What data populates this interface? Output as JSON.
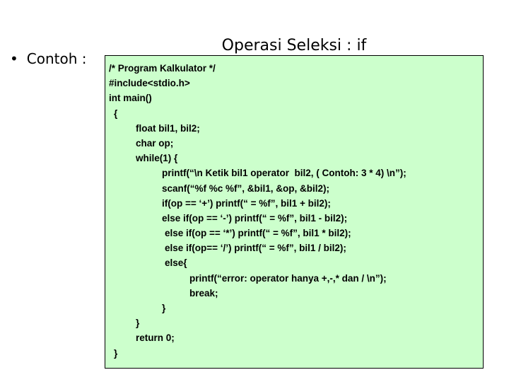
{
  "slide": {
    "title": "Operasi Seleksi : if",
    "bullet": {
      "marker": "•",
      "label": "Contoh :"
    },
    "colors": {
      "code_background": "#ccffcc",
      "code_border": "#000000",
      "page_background": "#ffffff",
      "text": "#000000"
    }
  },
  "code": {
    "language": "c",
    "lines": [
      {
        "indent": "ind-0",
        "text": "/* Program Kalkulator */"
      },
      {
        "indent": "ind-0",
        "text": "#include<stdio.h>"
      },
      {
        "indent": "ind-0",
        "text": "int main()"
      },
      {
        "indent": "ind-05",
        "text": "{"
      },
      {
        "indent": "ind-1",
        "text": "float bil1, bil2;"
      },
      {
        "indent": "ind-1",
        "text": "char op;"
      },
      {
        "indent": "ind-1",
        "text": "while(1) {"
      },
      {
        "indent": "ind-2",
        "text": "printf(“\\n Ketik bil1 operator  bil2, ( Contoh: 3 * 4) \\n”);"
      },
      {
        "indent": "ind-2",
        "text": "scanf(“%f %c %f”, &bil1, &op, &bil2);"
      },
      {
        "indent": "ind-2",
        "text": "if(op == ‘+’) printf(“ = %f”, bil1 + bil2);"
      },
      {
        "indent": "ind-2",
        "text": "else if(op == ‘-’) printf(“ = %f”, bil1 - bil2);"
      },
      {
        "indent": "ind-2b",
        "text": "else if(op == ‘*’) printf(“ = %f”, bil1 * bil2);"
      },
      {
        "indent": "ind-2b",
        "text": "else if(op== ‘/’) printf(“ = %f”, bil1 / bil2);"
      },
      {
        "indent": "ind-2b",
        "text": "else{"
      },
      {
        "indent": "ind-3",
        "text": "printf(“error: operator hanya +,-,* dan / \\n”);"
      },
      {
        "indent": "ind-3",
        "text": "break;"
      },
      {
        "indent": "ind-br2",
        "text": "}"
      },
      {
        "indent": "ind-br1",
        "text": "}"
      },
      {
        "indent": "ind-1",
        "text": "return 0;"
      },
      {
        "indent": "ind-05",
        "text": "}"
      }
    ]
  }
}
